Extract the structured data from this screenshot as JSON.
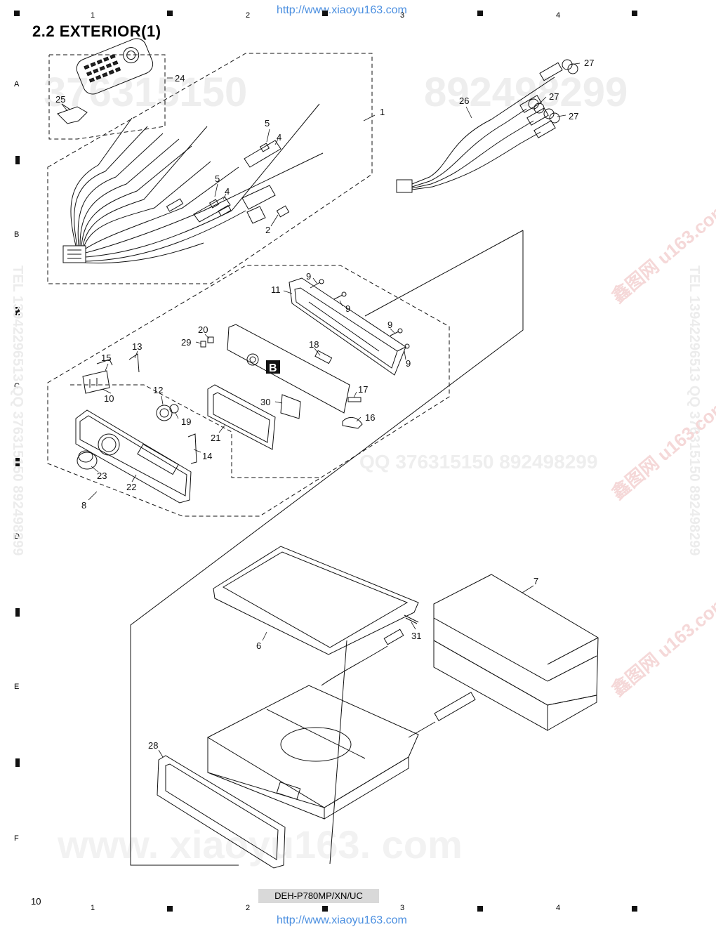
{
  "header": {
    "watermark_url_top": "http://www.xiaoyu163.com",
    "section_title": "2.2  EXTERIOR(1)"
  },
  "grid": {
    "columns": [
      "1",
      "2",
      "3",
      "4"
    ],
    "rows": [
      "A",
      "B",
      "C",
      "D",
      "E",
      "F"
    ]
  },
  "watermarks": {
    "phone_1": "376315150",
    "phone_2": "892498299",
    "qq_line": "QQ 376315150 892498299",
    "domain_big": "www. xiaoyu163. com",
    "tel_side_left": "TEL 13942296513 QQ 376315150 892498299",
    "tel_side_right": "TEL 13942296513 QQ 376315150 892498299",
    "red_brand_1": "鑫图网 u163.com",
    "red_brand_2": "鑫图网 u163.com",
    "red_brand_3": "鑫图网 u163.com"
  },
  "callouts": {
    "c1": "1",
    "c2": "2",
    "c4a": "4",
    "c4b": "4",
    "c5a": "5",
    "c5b": "5",
    "c6": "6",
    "c7": "7",
    "c8": "8",
    "c9a": "9",
    "c9b": "9",
    "c9c": "9",
    "c9d": "9",
    "c10": "10",
    "c11": "11",
    "c12": "12",
    "c13": "13",
    "c14": "14",
    "c15": "15",
    "c16": "16",
    "c17": "17",
    "c18": "18",
    "c19": "19",
    "c20": "20",
    "c21": "21",
    "c22": "22",
    "c23": "23",
    "c24": "24",
    "c25": "25",
    "c26": "26",
    "c27a": "27",
    "c27b": "27",
    "c27c": "27",
    "c28": "28",
    "c29": "29",
    "c30": "30",
    "c31": "31",
    "refB": "B"
  },
  "footer": {
    "page_number": "10",
    "model": "DEH-P780MP/XN/UC",
    "watermark_url_bottom": "http://www.xiaoyu163.com"
  }
}
